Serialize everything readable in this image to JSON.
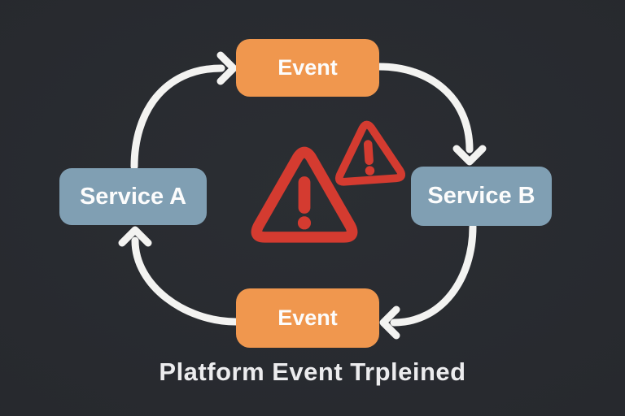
{
  "colors": {
    "bg": "#27292e",
    "node-orange": "#f0974e",
    "node-blue": "#809fb3",
    "warning-red": "#d43b30",
    "arrow": "#f3f3f1",
    "node-text": "#fcfcfc",
    "caption-text": "#ececee"
  },
  "diagram": {
    "caption": "Platform Event Trpleined",
    "nodes": [
      {
        "id": "event-top",
        "label": "Event",
        "type": "event"
      },
      {
        "id": "service-a",
        "label": "Service A",
        "type": "service"
      },
      {
        "id": "service-b",
        "label": "Service B",
        "type": "service"
      },
      {
        "id": "event-bottom",
        "label": "Event",
        "type": "event"
      }
    ],
    "edges": [
      {
        "from": "service-a",
        "to": "event-top"
      },
      {
        "from": "event-top",
        "to": "service-b"
      },
      {
        "from": "service-b",
        "to": "event-bottom"
      },
      {
        "from": "event-bottom",
        "to": "service-a"
      }
    ],
    "icons": [
      {
        "name": "warning-triangle-large"
      },
      {
        "name": "warning-triangle-small"
      }
    ]
  }
}
